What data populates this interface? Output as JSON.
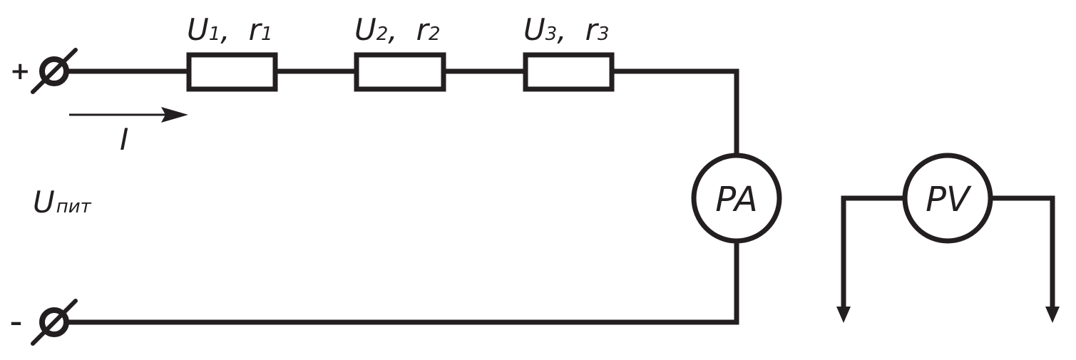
{
  "terminals": {
    "plus_sign": "+",
    "minus_sign": "–"
  },
  "current": {
    "label": "I"
  },
  "supply": {
    "label_main": "U",
    "label_sub": "пит"
  },
  "resistors": [
    {
      "u_main": "U",
      "u_sub": "1",
      "separator": ",",
      "r_main": "r",
      "r_sub": "1"
    },
    {
      "u_main": "U",
      "u_sub": "2",
      "separator": ",",
      "r_main": "r",
      "r_sub": "2"
    },
    {
      "u_main": "U",
      "u_sub": "3",
      "separator": ",",
      "r_main": "r",
      "r_sub": "3"
    }
  ],
  "ammeter": {
    "label": "PA"
  },
  "voltmeter": {
    "label": "PV"
  },
  "colors": {
    "ink": "#231f20",
    "background": "#ffffff"
  }
}
